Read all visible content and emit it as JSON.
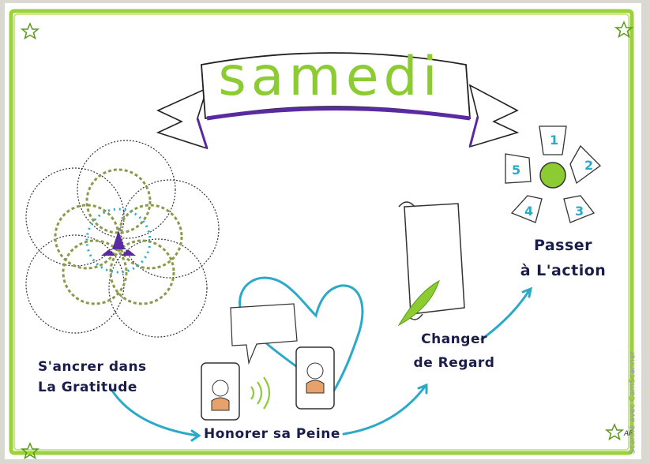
{
  "title": "samedi",
  "steps": {
    "gratitude": {
      "line1": "S'ancrer dans",
      "line2": "La Gratitude"
    },
    "peine": "Honorer sa Peine",
    "regard": {
      "line1": "Changer",
      "line2": "de Regard"
    },
    "action": {
      "line1": "Passer",
      "line2": "à L'action"
    }
  },
  "action_wheel": [
    "1",
    "2",
    "3",
    "4",
    "5"
  ],
  "watermark": "Scanné avec CamScanner",
  "initials": "AF",
  "colors": {
    "frame_green": "#9bd13a",
    "title_green": "#8ccc32",
    "banner_purple": "#5a2aa0",
    "arrow_blue": "#2aa9c8",
    "ink_navy": "#1a1d4a"
  }
}
